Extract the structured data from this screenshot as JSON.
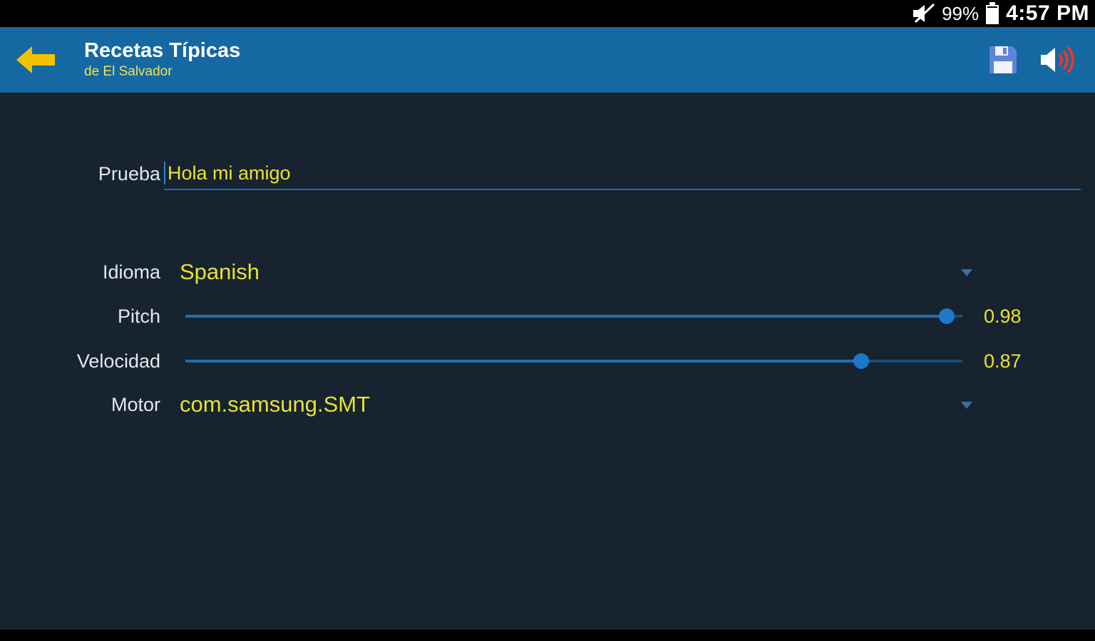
{
  "status_bar": {
    "battery_percent": "99%",
    "time": "4:57 PM",
    "icons": {
      "mute": "muted-volume",
      "battery": "battery-full"
    }
  },
  "app_bar": {
    "title": "Recetas Típicas",
    "subtitle": "de El Salvador",
    "icons": {
      "back": "arrow-left",
      "save": "floppy-disk",
      "speak": "speaker-volume"
    }
  },
  "form": {
    "prueba": {
      "label": "Prueba",
      "value": "Hola mi amigo"
    },
    "idioma": {
      "label": "Idioma",
      "value": "Spanish"
    },
    "pitch": {
      "label": "Pitch",
      "value": "0.98"
    },
    "velocidad": {
      "label": "Velocidad",
      "value": "0.87"
    },
    "motor": {
      "label": "Motor",
      "value": "com.samsung.SMT"
    }
  },
  "colors": {
    "status_bar": "#000000",
    "app_bar": "#1568a2",
    "background": "#17232e",
    "accent_yellow": "#e9e231",
    "arrow_yellow": "#f2c200",
    "slider_blue": "#1c6fb6",
    "speaker_red": "#e03a2f"
  }
}
